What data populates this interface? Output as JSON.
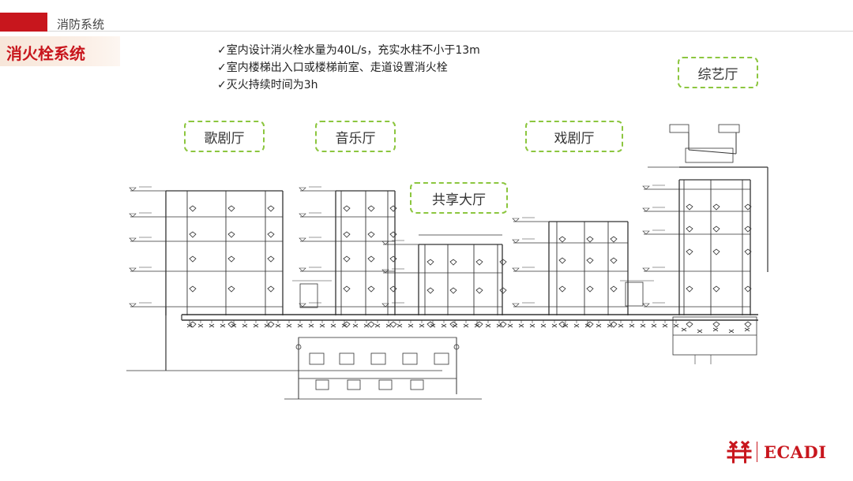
{
  "header": {
    "section": "消防系统",
    "title": "消火栓系统"
  },
  "bullets": [
    "✓室内设计消火栓水量为40L/s，充实水柱不小于13m",
    "✓室内楼梯出入口或楼梯前室、走道设置消火栓",
    "✓灭火持续时间为3h"
  ],
  "tags": {
    "opera": "歌剧厅",
    "music": "音乐厅",
    "lobby": "共享大厅",
    "drama": "戏剧厅",
    "variety": "综艺厅"
  },
  "logo": {
    "text": "ECADI"
  },
  "colors": {
    "brand_red": "#c8161d",
    "tag_border": "#8cc63f",
    "drawing_line": "#333333"
  }
}
